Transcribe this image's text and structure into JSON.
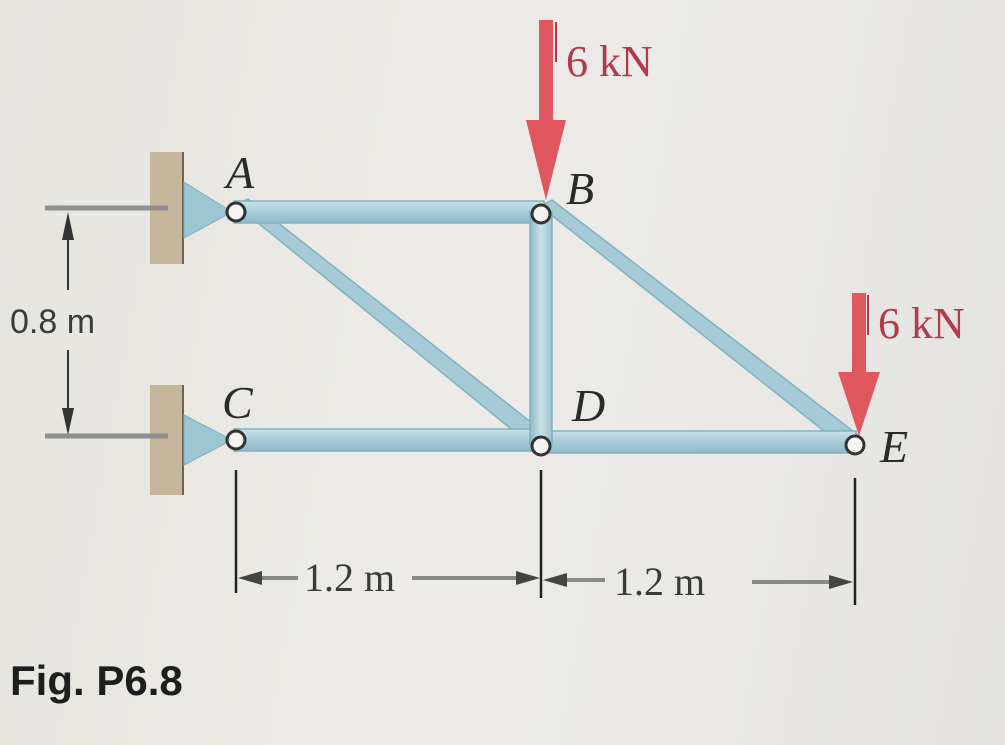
{
  "figure": {
    "caption": "Fig. P6.8",
    "type": "planar truss"
  },
  "joints": {
    "A": {
      "label": "A",
      "support": "pin"
    },
    "B": {
      "label": "B"
    },
    "C": {
      "label": "C",
      "support": "pin"
    },
    "D": {
      "label": "D"
    },
    "E": {
      "label": "E"
    }
  },
  "members": [
    "AB",
    "AD",
    "BD",
    "BE",
    "CD",
    "DE"
  ],
  "loads": [
    {
      "joint": "B",
      "label": "6 kN",
      "direction": "down"
    },
    {
      "joint": "E",
      "label": "6 kN",
      "direction": "down"
    }
  ],
  "dimensions": {
    "vertical": "0.8 m",
    "horizontal_1": "1.2 m",
    "horizontal_2": "1.2 m"
  },
  "colors": {
    "member": "#a9cfd9",
    "member_edge": "#7fb0be",
    "load_arrow": "#e0575f",
    "load_text": "#b23a4a",
    "wall": "#c4b49a",
    "support": "#9cc6d2"
  }
}
